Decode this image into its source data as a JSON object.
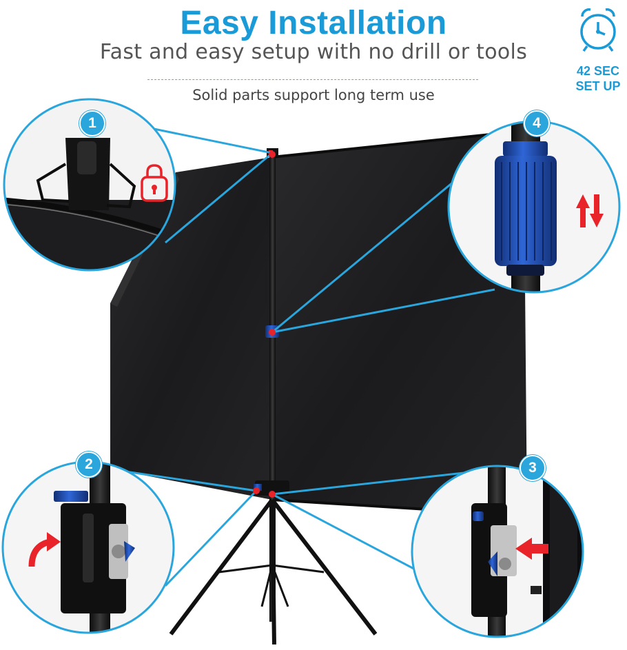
{
  "header": {
    "title": "Easy Installation",
    "subtitle": "Fast and easy setup with no drill or tools",
    "tagline": "Solid parts support long term use"
  },
  "badge": {
    "icon": "alarm-clock-icon",
    "line1": "42 SEC",
    "line2": "SET UP"
  },
  "callouts": [
    {
      "number": "1",
      "icon": "padlock-icon"
    },
    {
      "number": "2",
      "icon": "curved-arrow-icon"
    },
    {
      "number": "3",
      "icon": "left-arrow-icon"
    },
    {
      "number": "4",
      "icon": "up-down-arrows-icon"
    }
  ],
  "colors": {
    "accent": "#2aa6dd",
    "title": "#1a9ad6",
    "badge": "#1a9ad6",
    "marker": "#e8232a",
    "screen": "#1c1c1e",
    "clip_blue": "#1f4fb4"
  }
}
